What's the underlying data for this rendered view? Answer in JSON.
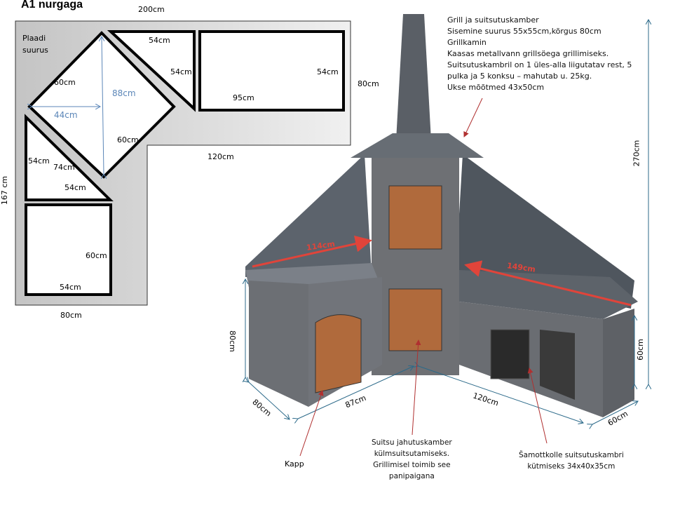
{
  "title": "A1 nurgaga",
  "plan": {
    "plate_label": "Plaadi\nsuurus",
    "top_width": "200cm",
    "right_height": "80cm",
    "inner_width": "120cm",
    "left_height": "167 cm",
    "bottom_width": "80cm",
    "diamond": {
      "side_a": "60cm",
      "side_b": "60cm",
      "diag_v": "88cm",
      "diag_h": "44cm"
    },
    "top_triangle": {
      "a": "54cm",
      "b": "54cm"
    },
    "rect_top": {
      "h": "54cm",
      "w": "95cm"
    },
    "left_triangle": {
      "a": "54cm",
      "b": "54cm",
      "hyp": "74cm"
    },
    "rect_bottom": {
      "h": "60cm",
      "w": "54cm"
    }
  },
  "photo": {
    "info_lines": [
      "Grill ja suitsutuskamber",
      "Sisemine suurus 55x55cm,kõrgus 80cm",
      "Grillkamin",
      "Kaasas metallvann grillsöega grillimiseks.",
      "Suitsutuskambril on 1 üles-alla liigutatav rest, 5",
      "pulka ja 5 konksu – mahutab u. 25kg.",
      "Ukse mõõtmed 43x50cm"
    ],
    "height_total": "270cm",
    "left_counter": "114cm",
    "right_counter": "149cm",
    "height_left": "80cm",
    "height_right": "60cm",
    "depth_left": "80cm",
    "front_left": "87cm",
    "front_right": "120cm",
    "depth_right": "60cm",
    "kapp": "Kapp",
    "cooling_note": "Suitsu jahutuskamber\nkülmsuitsutamiseks.\nGrillimisel toimib see\npanipaigana",
    "firebox_note": "Šamottkolle suitsutuskambri\nkütmiseks 34x40x35cm"
  }
}
